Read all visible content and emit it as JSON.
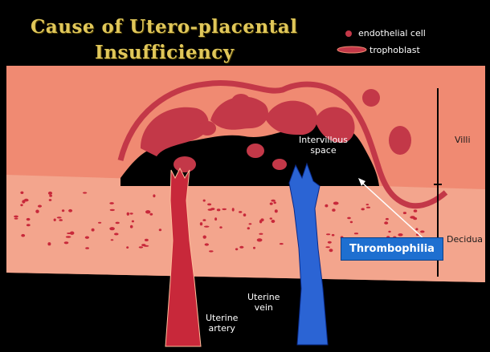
{
  "title": {
    "line1": "Cause of Utero-placental",
    "line2": "Insufficiency"
  },
  "legend": [
    {
      "label": "endothelial cell",
      "icon": "dot-icon"
    },
    {
      "label": "trophoblast",
      "icon": "lens-icon"
    }
  ],
  "labels": {
    "intervillous_space": [
      "Intervillous",
      "space"
    ],
    "villi": "Villi",
    "decidua": "Decidua",
    "uterine_vein": [
      "Uterine",
      "vein"
    ],
    "uterine_artery": [
      "Uterine",
      "artery"
    ],
    "thrombophilia": "Thrombophilia"
  },
  "colors": {
    "background": "#000000",
    "tissue": "#f08a72",
    "decidua_band": "#f3a890",
    "villi_dark": "#c33848",
    "artery_red": "#c8283a",
    "vein_blue": "#2b64d4",
    "callout_blue": "#1e6fd0",
    "title_gold": "#e0c75a"
  }
}
